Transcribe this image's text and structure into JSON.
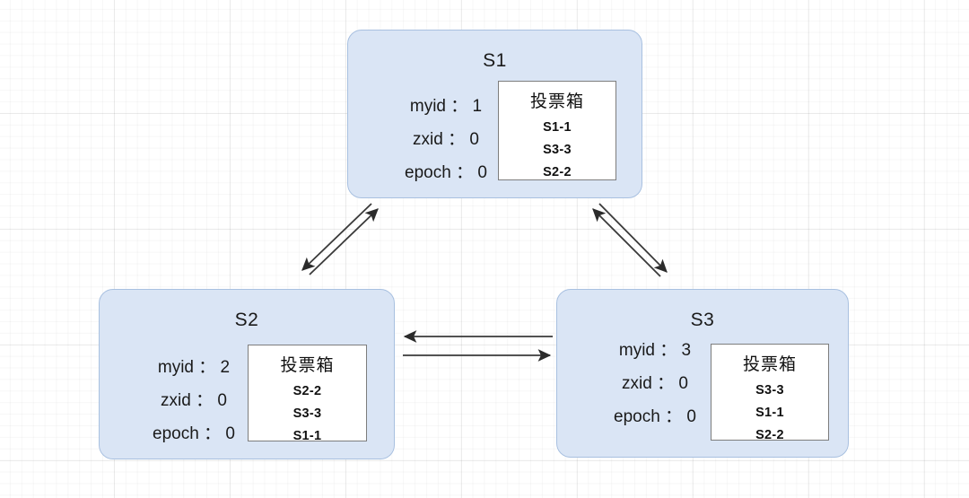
{
  "diagram": {
    "title": "ZooKeeper leader election voting state",
    "node_fill": "#dae5f5",
    "node_border": "#a8c0e0",
    "ballot_border": "#7d7d7d",
    "arrow_color": "#333333",
    "background": "#ffffff"
  },
  "nodes": [
    {
      "id": "s1",
      "title": "S1",
      "fields": [
        "myid ： 1",
        "zxid ： 0",
        "epoch ： 0"
      ],
      "ballot": {
        "title": "投票箱",
        "items": [
          "S1-1",
          "S3-3",
          "S2-2"
        ]
      }
    },
    {
      "id": "s2",
      "title": "S2",
      "fields": [
        "myid ： 2",
        "zxid ： 0",
        "epoch ： 0"
      ],
      "ballot": {
        "title": "投票箱",
        "items": [
          "S2-2",
          "S3-3",
          "S1-1"
        ]
      }
    },
    {
      "id": "s3",
      "title": "S3",
      "fields": [
        "myid ： 3",
        "zxid ： 0",
        "epoch ： 0"
      ],
      "ballot": {
        "title": "投票箱",
        "items": [
          "S3-3",
          "S1-1",
          "S2-2"
        ]
      }
    }
  ],
  "connections": [
    {
      "id": "s1-s2-up",
      "from": "S2",
      "to": "S1",
      "direction": "up-right"
    },
    {
      "id": "s1-s2-down",
      "from": "S1",
      "to": "S2",
      "direction": "down-left"
    },
    {
      "id": "s1-s3-up",
      "from": "S3",
      "to": "S1",
      "direction": "up-left"
    },
    {
      "id": "s1-s3-down",
      "from": "S1",
      "to": "S3",
      "direction": "down-right"
    },
    {
      "id": "s3-s2",
      "from": "S3",
      "to": "S2",
      "direction": "left"
    },
    {
      "id": "s2-s3",
      "from": "S2",
      "to": "S3",
      "direction": "right"
    }
  ]
}
